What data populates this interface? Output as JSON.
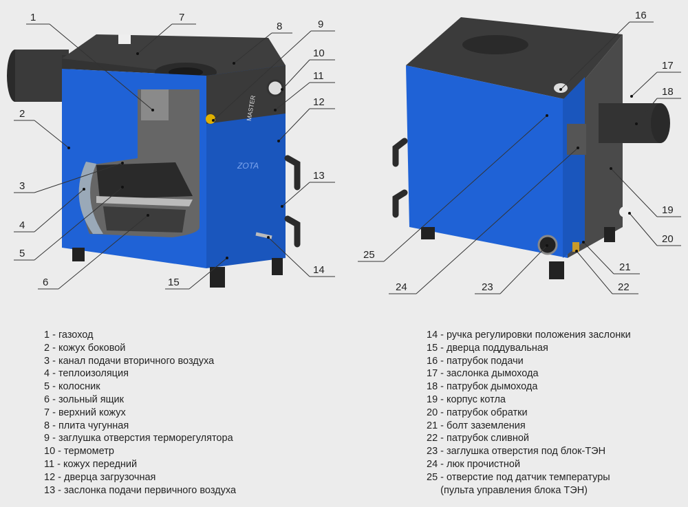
{
  "callouts": [
    "1",
    "2",
    "3",
    "4",
    "5",
    "6",
    "7",
    "8",
    "9",
    "10",
    "11",
    "12",
    "13",
    "14",
    "15",
    "16",
    "17",
    "18",
    "19",
    "20",
    "21",
    "22",
    "23",
    "24",
    "25"
  ],
  "boiler_brand": "ZOTA",
  "boiler_model": "MASTER",
  "legend_left": [
    "1 - газоход",
    "2 - кожух боковой",
    "3 - канал подачи вторичного воздуха",
    "4 - теплоизоляция",
    "5 - колосник",
    "6 - зольный ящик",
    "7 - верхний кожух",
    "8 - плита чугунная",
    "9 - заглушка отверстия терморегулятора",
    "10 - термометр",
    "11 - кожух передний",
    "12 - дверца загрузочная",
    "13 - заслонка подачи первичного воздуха"
  ],
  "legend_right": [
    "14 - ручка регулировки положения заслонки",
    "15 - дверца поддувальная",
    "16 - патрубок подачи",
    "17 - заслонка дымохода",
    "18 - патрубок дымохода",
    "19 - корпус котла",
    "20 - патрубок обратки",
    "21 - болт заземления",
    "22 - патрубок сливной",
    "23 - заглушка отверстия под блок-ТЭН",
    "24 - люк прочистной",
    "25 - отверстие под датчик температуры",
    "     (пульта управления блока ТЭН)"
  ],
  "colors": {
    "body_blue": "#1f62d6",
    "top_dark": "#3b3b3b",
    "background": "#ececec"
  }
}
